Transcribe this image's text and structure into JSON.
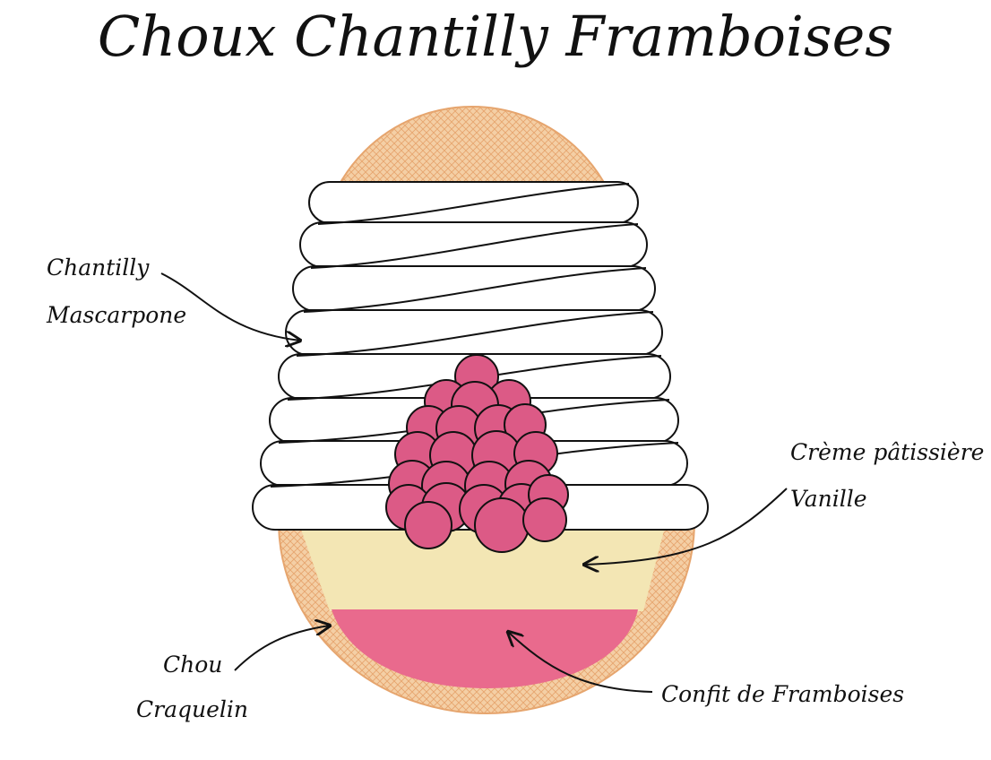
{
  "title": "Choux Chantilly Framboises",
  "labels": {
    "chantilly_line1": "Chantilly",
    "chantilly_line2": "Mascarpone",
    "creme_line1": "Crème pâtissière",
    "creme_line2": "Vanille",
    "chou_line1": "Chou",
    "chou_line2": "Craquelin",
    "confit": "Confit de Framboises"
  },
  "colors": {
    "craquelin": "#f3c89a",
    "craquelin_stroke": "#e6a56e",
    "creme": "#f3e6b4",
    "confit": "#e96a8d",
    "raspberry": "#dc5a86",
    "cream": "#ffffff",
    "outline": "#111111"
  },
  "raspberry_count": 22,
  "cream_swirl_count": 8
}
